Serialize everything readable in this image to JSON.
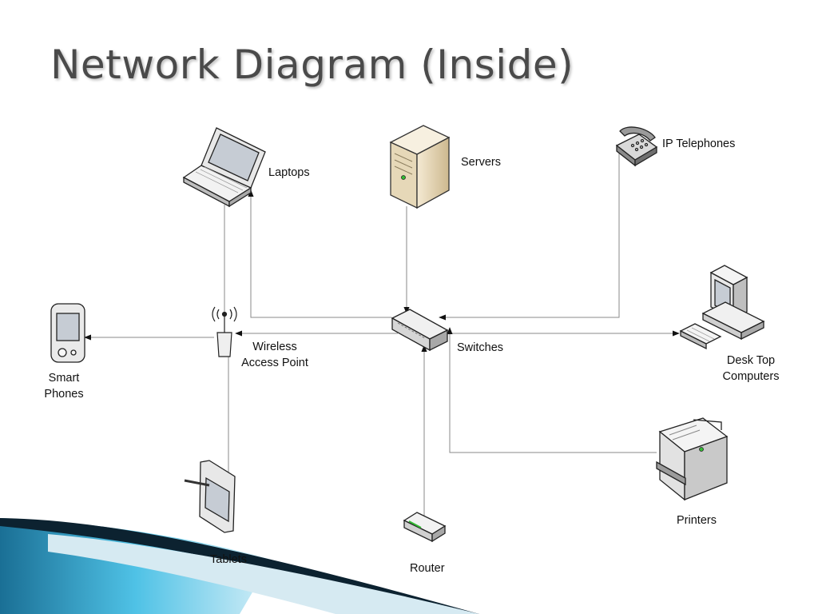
{
  "slide": {
    "title": "Network Diagram (Inside)"
  },
  "nodes": {
    "laptops": "Laptops",
    "servers": "Servers",
    "ip_telephones": "IP Telephones",
    "smart_phones": [
      "Smart",
      "Phones"
    ],
    "wireless_access_point": [
      "Wireless",
      "Access Point"
    ],
    "switches": "Switches",
    "desk_top_computers": [
      "Desk Top",
      "Computers"
    ],
    "tablets": "Tablets",
    "router": "Router",
    "printers": "Printers"
  },
  "colors": {
    "title": "#4a4a4a",
    "connector": "#8a8a8a",
    "accent_blue": "#2aa0c8",
    "accent_dark": "#0e3f5a"
  }
}
